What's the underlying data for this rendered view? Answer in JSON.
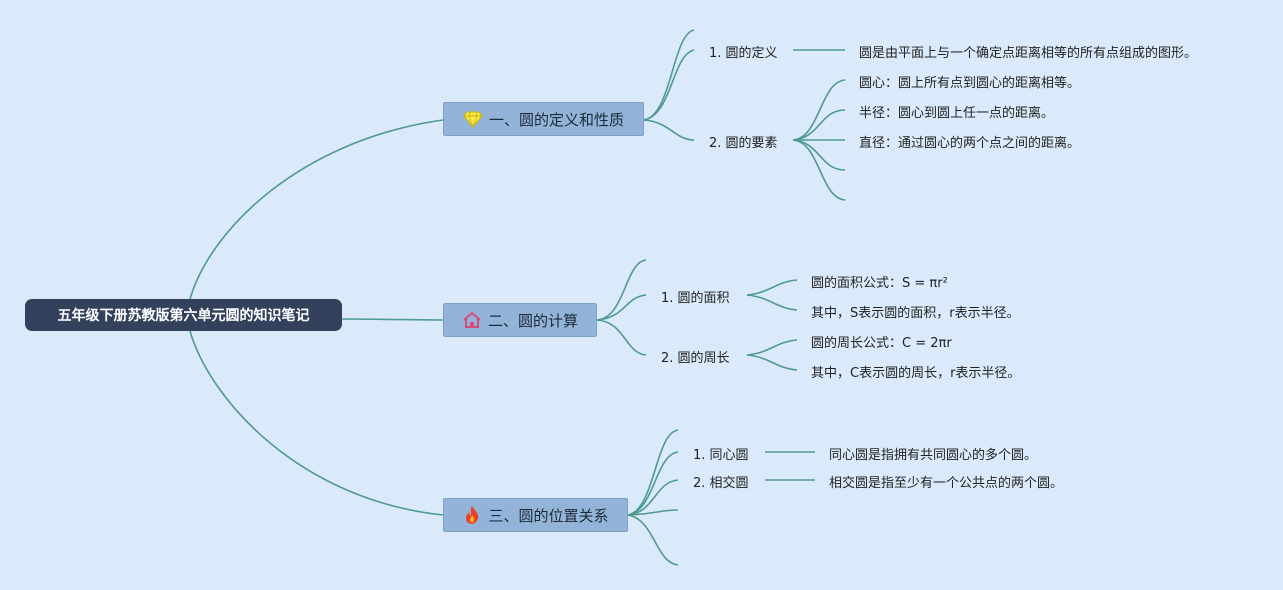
{
  "root": {
    "title": "五年级下册苏教版第六单元圆的知识笔记"
  },
  "branches": [
    {
      "label": "一、圆的定义和性质",
      "icon": "diamond-icon",
      "subs": [
        {
          "label": "1. 圆的定义",
          "leaves": [
            "圆是由平面上与一个确定点距离相等的所有点组成的图形。"
          ]
        },
        {
          "label": "2. 圆的要素",
          "leaves": [
            "圆心：圆上所有点到圆心的距离相等。",
            "半径：圆心到圆上任一点的距离。",
            "直径：通过圆心的两个点之间的距离。"
          ]
        }
      ]
    },
    {
      "label": "二、圆的计算",
      "icon": "house-icon",
      "subs": [
        {
          "label": "1. 圆的面积",
          "leaves": [
            "圆的面积公式：S = πr²",
            "其中，S表示圆的面积，r表示半径。"
          ]
        },
        {
          "label": "2. 圆的周长",
          "leaves": [
            "圆的周长公式：C = 2πr",
            "其中，C表示圆的周长，r表示半径。"
          ]
        }
      ]
    },
    {
      "label": "三、圆的位置关系",
      "icon": "fire-icon",
      "subs": [
        {
          "label": "1. 同心圆",
          "leaves": [
            "同心圆是指拥有共同圆心的多个圆。"
          ]
        },
        {
          "label": "2. 相交圆",
          "leaves": [
            "相交圆是指至少有一个公共点的两个圆。"
          ]
        }
      ]
    }
  ],
  "colors": {
    "background": "#dbeafb",
    "line": "#4f9a8f",
    "root": "#33415c",
    "branch": "#93b4d8"
  }
}
